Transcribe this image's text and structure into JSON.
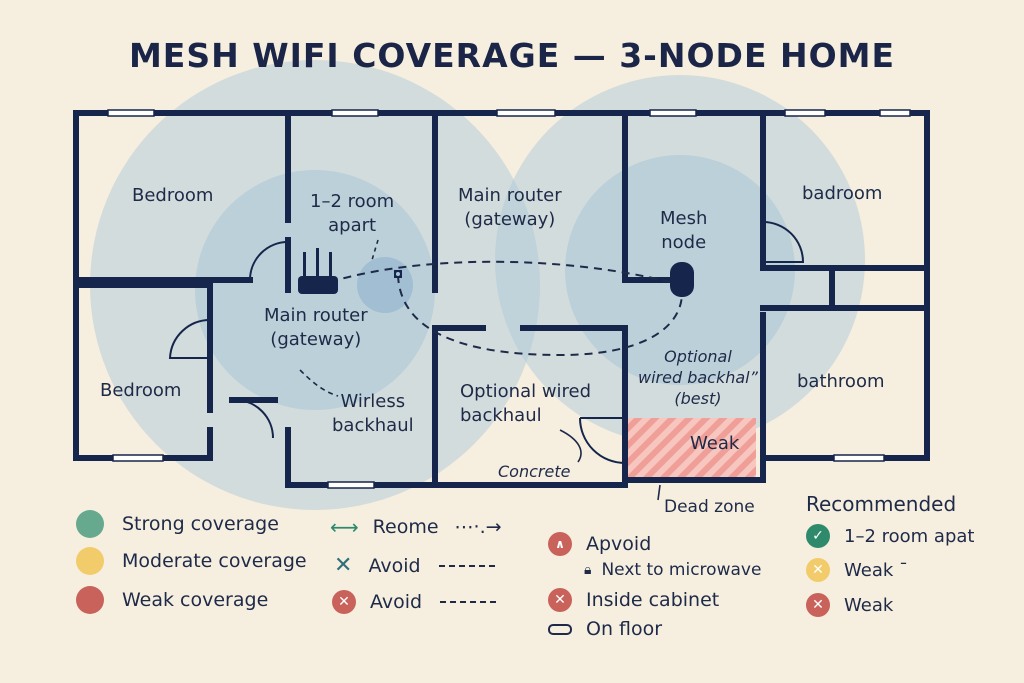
{
  "title": "MESH WIFI COVERAGE — 3-NODE HOME",
  "rooms": {
    "bedroom_top": "Bedroom",
    "bedroom_bottom": "Bedroom",
    "badroom": "badroom",
    "bathroom": "bathroom"
  },
  "annotations": {
    "room_apart": "1–2 room\napart",
    "main_router_top": "Main router\n(gateway)",
    "main_router": "Main router\n(gateway)",
    "mesh_node": "Mesh\nnode",
    "wireless_backhaul": "Wirless\nbackhaul",
    "optional_wired": "Optional wired\nbackhaul",
    "optional_wired_best": "Optional\nwired backhal”\n(best)",
    "weak": "Weak",
    "concrete": "Concrete",
    "dead_zone": "Dead zone"
  },
  "legend_coverage": [
    {
      "label": "Strong coverage",
      "color": "#66a98e"
    },
    {
      "label": "Moderate coverage",
      "color": "#f2cb6a"
    },
    {
      "label": "Weak coverage",
      "color": "#c8625b"
    }
  ],
  "legend_lines": {
    "reome": "Reome",
    "reome_suffix": "⋯·.→",
    "avoid_1": "Avoid",
    "avoid_2": "Avoid"
  },
  "legend_placement": {
    "apvoid": "Apvoid",
    "microwave": "Next to microwave",
    "cabinet": "Inside cabinet",
    "floor": "On floor"
  },
  "legend_recommended": {
    "heading": "Recommended",
    "items": [
      {
        "label": "1–2 room apat",
        "color": "#2f8a6c"
      },
      {
        "label": "Weak ˉ",
        "color": "#f2cb6a"
      },
      {
        "label": "Weak",
        "color": "#c8625b"
      }
    ]
  },
  "colors": {
    "wall": "#15254b",
    "coverage": "#a9c6d8",
    "weak_zone": "#f3a8a3"
  }
}
